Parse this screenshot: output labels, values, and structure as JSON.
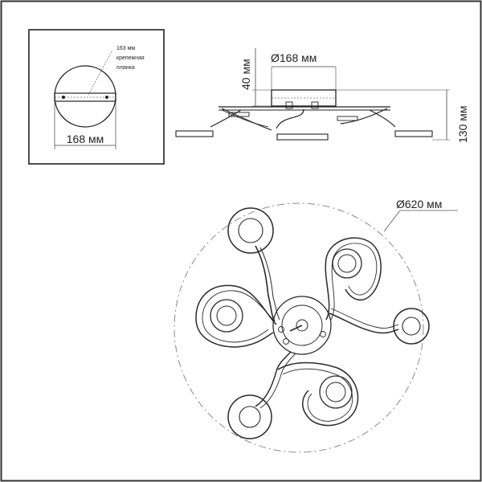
{
  "mount_inset": {
    "plate_note": [
      "163 мм",
      "крепежная",
      "планка"
    ],
    "width_label": "168 мм"
  },
  "side_view": {
    "diameter_label": "Ø168 мм",
    "canopy_height_label": "40 мм",
    "total_height_label": "130 мм"
  },
  "top_view": {
    "diameter_label": "Ø620 мм"
  },
  "colors": {
    "stroke": "#2a2a2a",
    "dash": "#8a8a8a",
    "background": "#ffffff"
  }
}
